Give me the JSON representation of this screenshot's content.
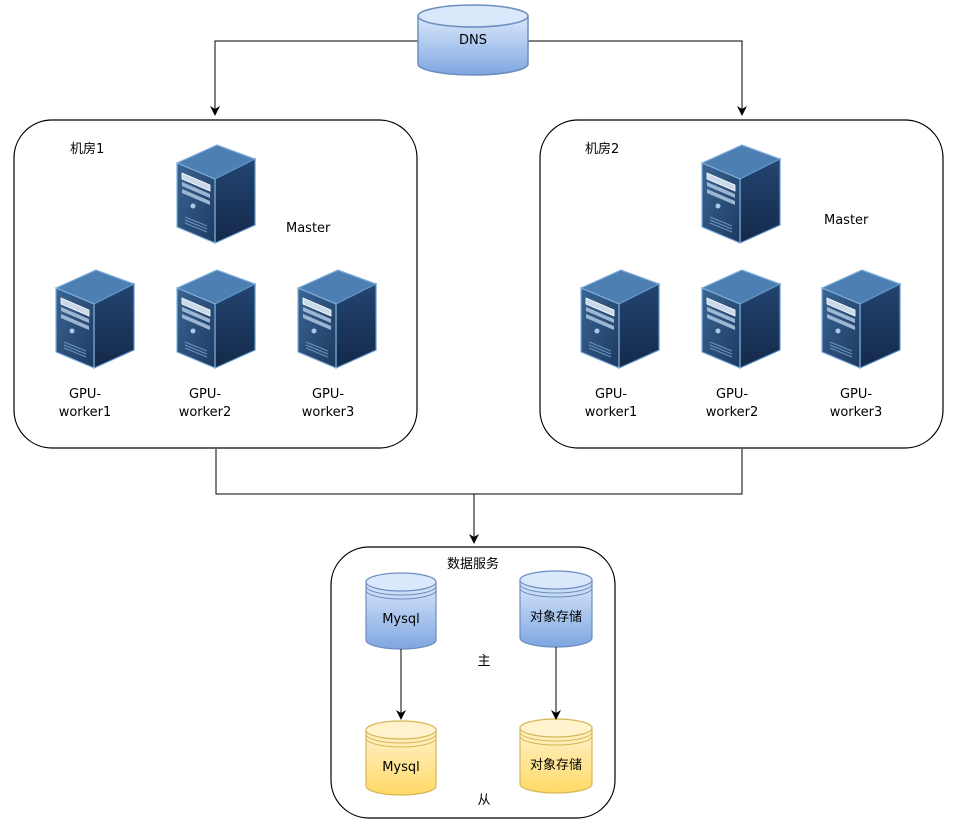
{
  "dns": {
    "label": "DNS"
  },
  "rooms": [
    {
      "title": "机房1",
      "master_label": "Master",
      "workers": [
        {
          "line1": "GPU-",
          "line2": "worker1"
        },
        {
          "line1": "GPU-",
          "line2": "worker2"
        },
        {
          "line1": "GPU-",
          "line2": "worker3"
        }
      ]
    },
    {
      "title": "机房2",
      "master_label": "Master",
      "workers": [
        {
          "line1": "GPU-",
          "line2": "worker1"
        },
        {
          "line1": "GPU-",
          "line2": "worker2"
        },
        {
          "line1": "GPU-",
          "line2": "worker3"
        }
      ]
    }
  ],
  "data_service": {
    "title": "数据服务",
    "primary_label": "主",
    "replica_label": "从",
    "mysql_primary": "Mysql",
    "mysql_replica": "Mysql",
    "storage_primary": "对象存储",
    "storage_replica": "对象存储"
  },
  "colors": {
    "blue_db_top": "#dae8fc",
    "blue_db_body": "#7ea6e0",
    "blue_db_stroke": "#6c8ebf",
    "yellow_db_top": "#fff2cc",
    "yellow_db_body": "#ffd966",
    "yellow_db_stroke": "#d6b656",
    "server_front": "#2a4f7c",
    "server_side": "#1a3558",
    "server_edge": "#5f96c8"
  }
}
